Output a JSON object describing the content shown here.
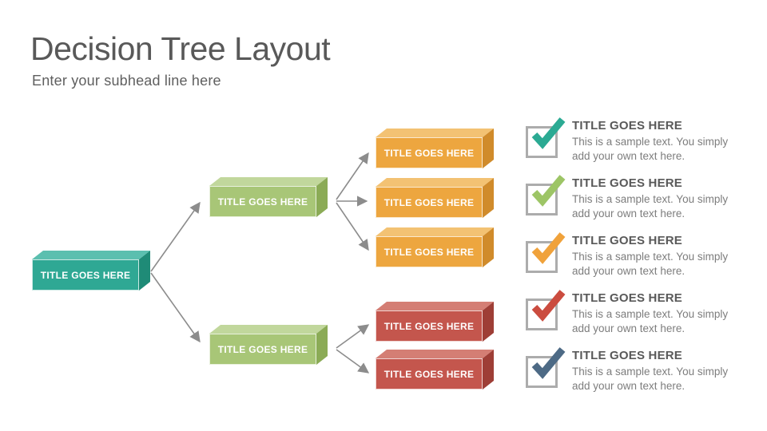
{
  "slide": {
    "title": "Decision Tree Layout",
    "subtitle": "Enter your subhead line here"
  },
  "tree": {
    "boxes": [
      {
        "label": "TITLE GOES HERE",
        "front": "#2FA894",
        "top": "#5BBFAF",
        "side": "#1F8B77"
      },
      {
        "label": "TITLE GOES HERE",
        "front": "#A8C677",
        "top": "#C1D79C",
        "side": "#8BAB56"
      },
      {
        "label": "TITLE GOES HERE",
        "front": "#A8C677",
        "top": "#C1D79C",
        "side": "#8BAB56"
      },
      {
        "label": "TITLE GOES HERE",
        "front": "#EDA63F",
        "top": "#F3C273",
        "side": "#D08B2B"
      },
      {
        "label": "TITLE GOES HERE",
        "front": "#EDA63F",
        "top": "#F3C273",
        "side": "#D08B2B"
      },
      {
        "label": "TITLE GOES HERE",
        "front": "#EDA63F",
        "top": "#F3C273",
        "side": "#D08B2B"
      },
      {
        "label": "TITLE GOES HERE",
        "front": "#C4564D",
        "top": "#D47E74",
        "side": "#9E3E36"
      },
      {
        "label": "TITLE GOES HERE",
        "front": "#C4564D",
        "top": "#D47E74",
        "side": "#9E3E36"
      }
    ]
  },
  "checklist": {
    "items": [
      {
        "title": "TITLE GOES HERE",
        "body": "This is a sample text. You simply add your own text here.",
        "check_color": "#2BAA93"
      },
      {
        "title": "TITLE GOES HERE",
        "body": "This is a sample text. You simply add your own text here.",
        "check_color": "#9DC566"
      },
      {
        "title": "TITLE GOES HERE",
        "body": "This is a sample text. You simply add your own text here.",
        "check_color": "#F0A23B"
      },
      {
        "title": "TITLE GOES HERE",
        "body": "This is a sample text. You simply add your own text here.",
        "check_color": "#CB4C3F"
      },
      {
        "title": "TITLE GOES HERE",
        "body": "This is a sample text. You simply add your own text here.",
        "check_color": "#4D6A85"
      }
    ]
  },
  "colors": {
    "arrow": "#8C8C8C",
    "checkbox_border": "#ACACAC",
    "title_text": "#595959",
    "subtitle_text": "#5F5F5F",
    "heading_text": "#595959",
    "body_text": "#7D7D7D",
    "box_label": "#FFFFFF"
  }
}
